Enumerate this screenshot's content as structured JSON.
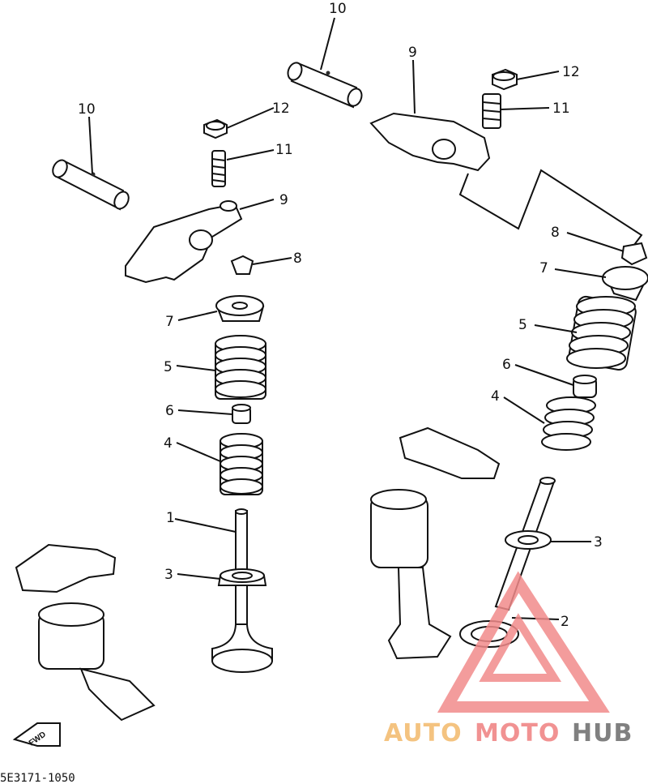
{
  "diagram": {
    "callouts": [
      "1",
      "2",
      "3",
      "4",
      "5",
      "6",
      "7",
      "8",
      "9",
      "10",
      "11",
      "12"
    ],
    "reference_code": "5E3171-1050",
    "fwd_label": "FWD"
  },
  "watermark": {
    "auto": "AUTO",
    "moto": "MOTO",
    "hub": "HUB",
    "colors": {
      "auto": "#f3b96a",
      "moto": "#ef7f7f",
      "hub": "#6b6b6b",
      "triangle": "#f28b8b"
    }
  }
}
